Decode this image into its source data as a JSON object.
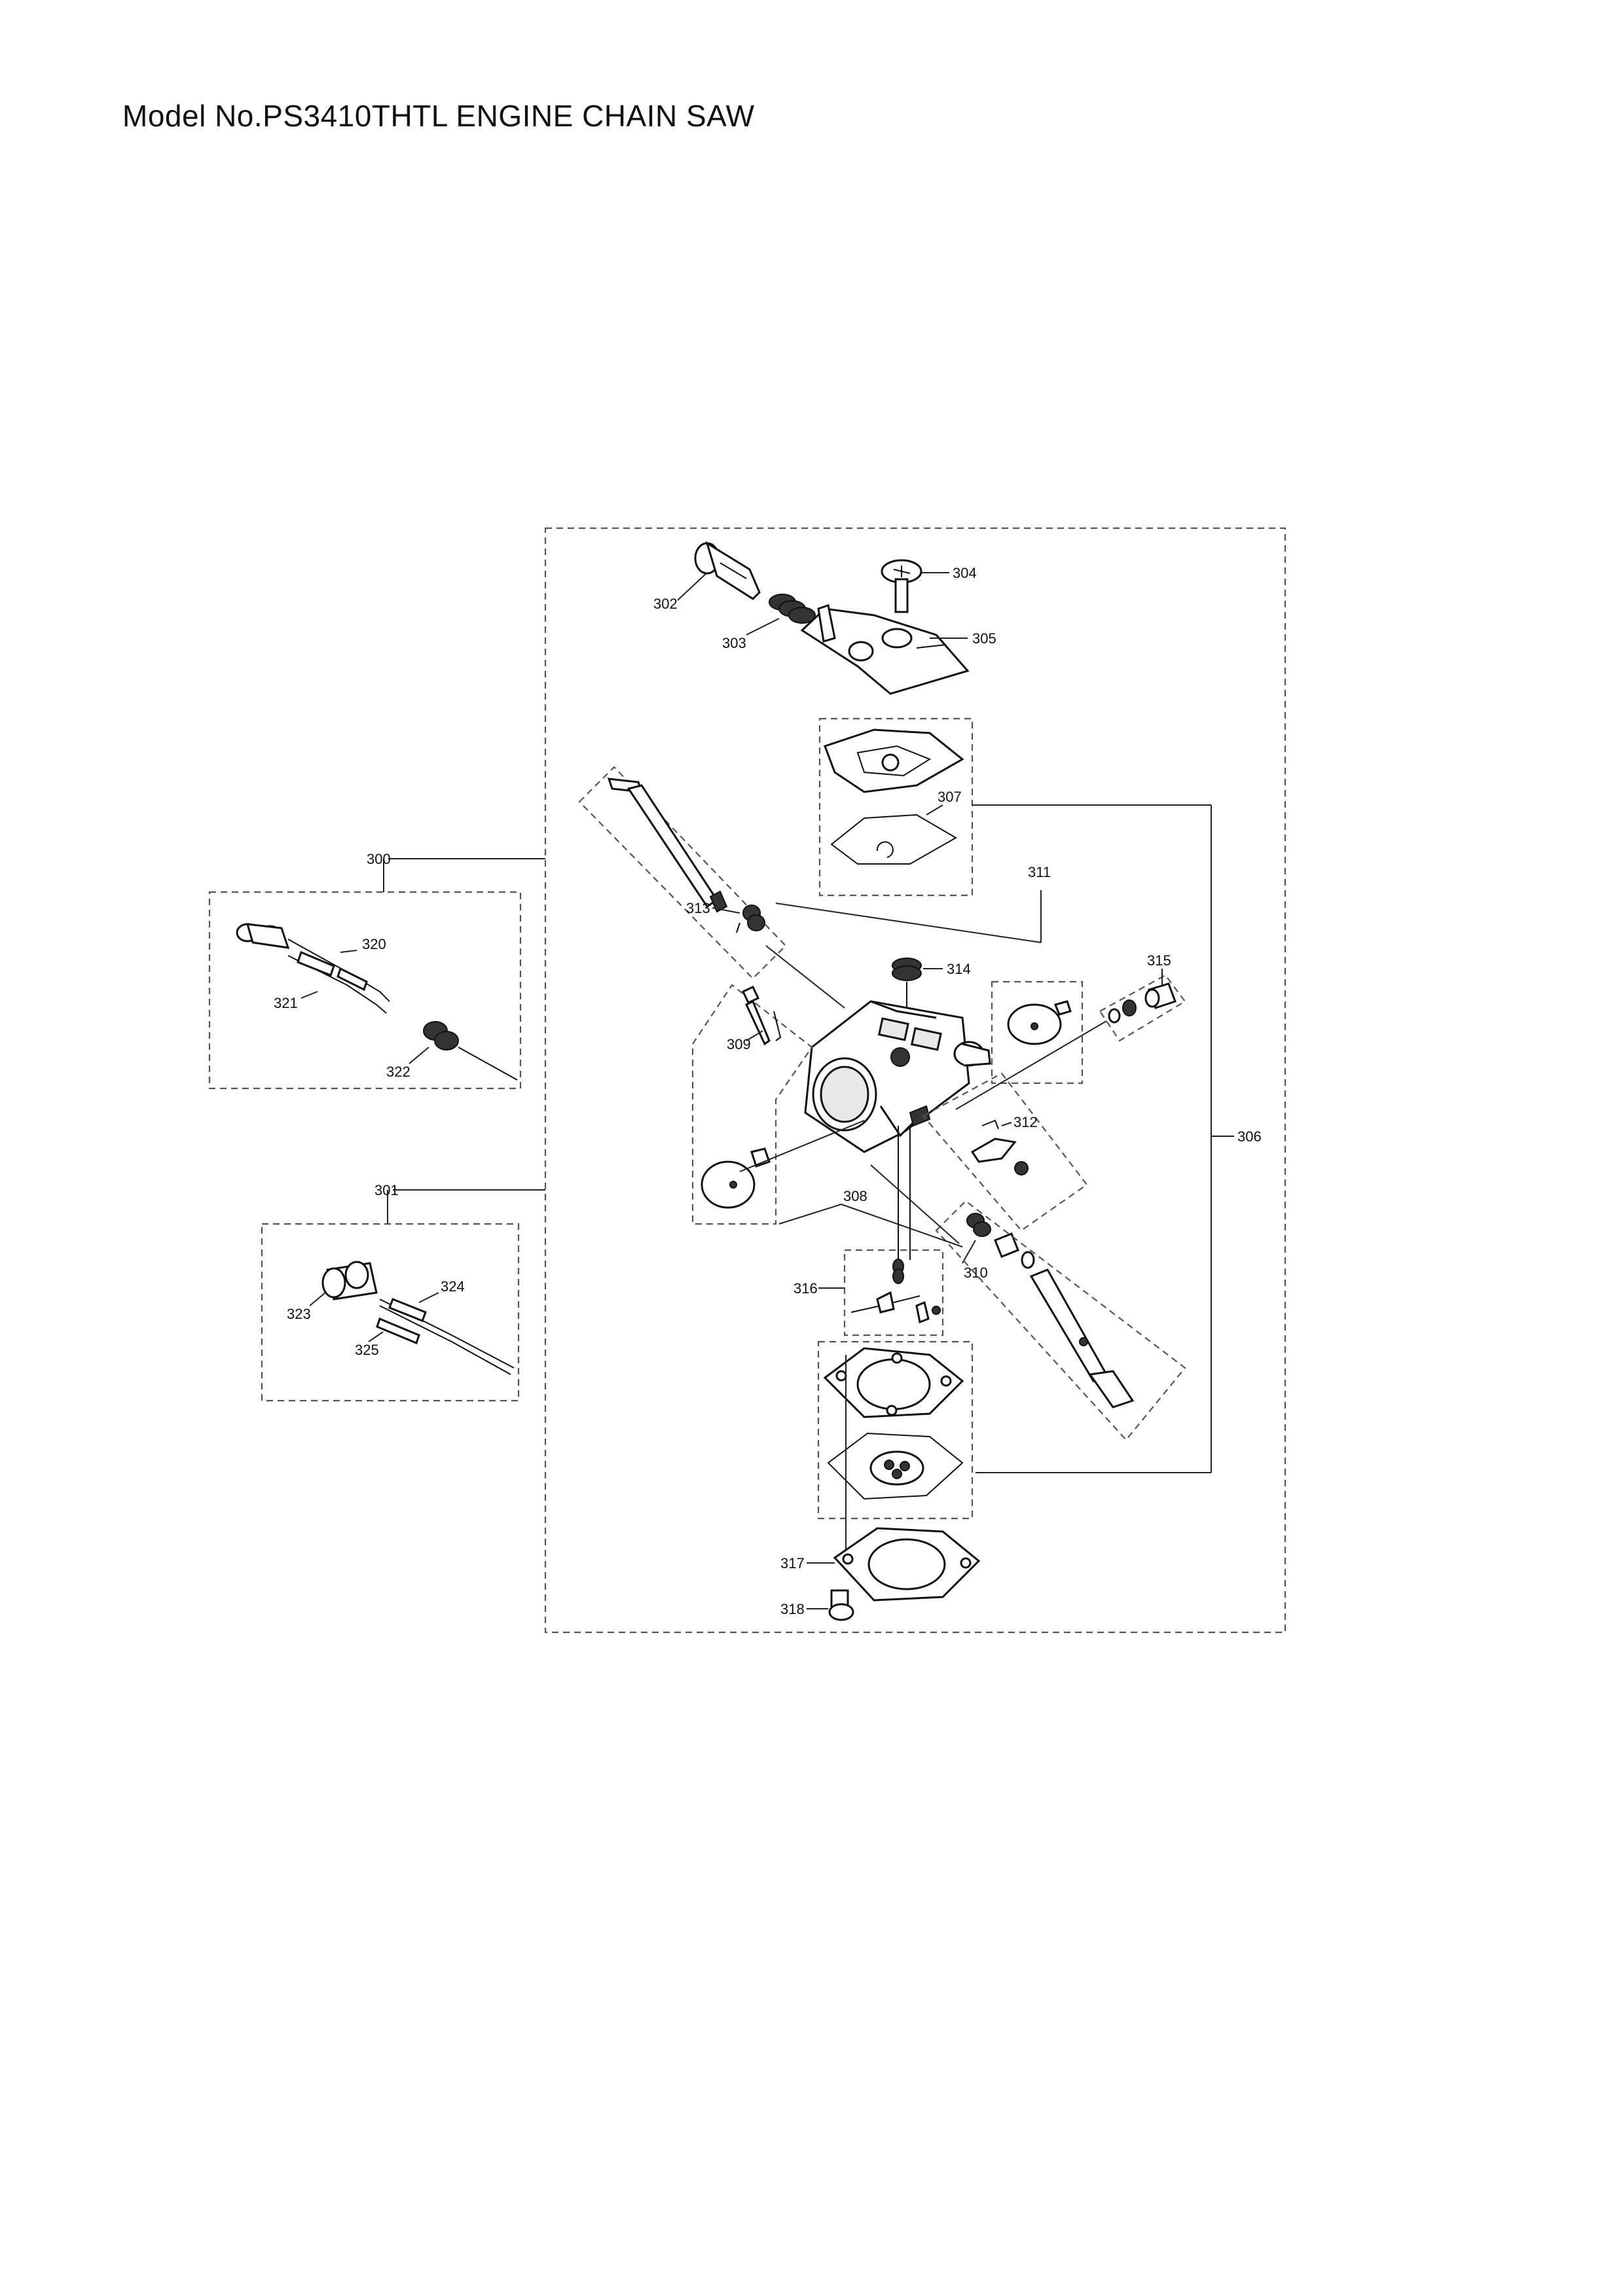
{
  "page": {
    "title": "Model No.PS3410THTL ENGINE CHAIN SAW"
  },
  "diagram": {
    "labels": {
      "p300": "300",
      "p301": "301",
      "p302": "302",
      "p303": "303",
      "p304": "304",
      "p305": "305",
      "p306": "306",
      "p307": "307",
      "p308": "308",
      "p309": "309",
      "p310": "310",
      "p311": "311",
      "p312": "312",
      "p313": "313",
      "p314": "314",
      "p315": "315",
      "p316": "316",
      "p317": "317",
      "p318": "318",
      "p320": "320",
      "p321": "321",
      "p322": "322",
      "p323": "323",
      "p324": "324",
      "p325": "325"
    }
  }
}
